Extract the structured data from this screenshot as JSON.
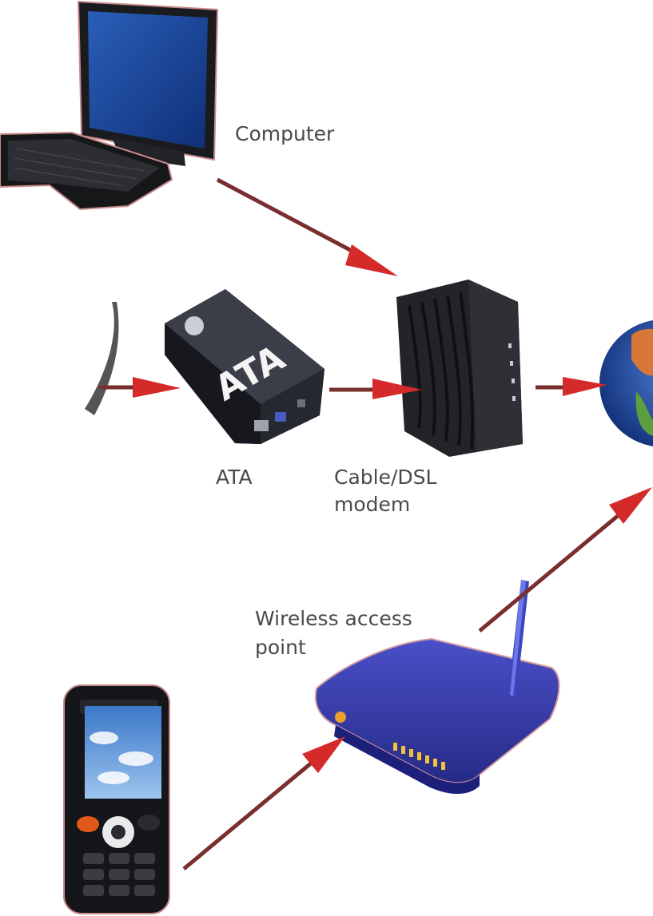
{
  "labels": {
    "computer": "Computer",
    "ata": "ATA",
    "modem_line1": "Cable/DSL",
    "modem_line2": "modem",
    "wap_line1": "Wireless access",
    "wap_line2": "point"
  },
  "devices": {
    "ata_box_text": "ATA"
  },
  "icons": [
    "monitor-icon",
    "keyboard-icon",
    "phone-handset-icon",
    "ata-icon",
    "modem-icon",
    "globe-icon",
    "router-icon",
    "mobile-phone-icon"
  ],
  "colors": {
    "arrow": "#d42a2a",
    "arrow_shadow": "#6b3030",
    "router": "#3b3fae",
    "ata_body": "#2a2d35",
    "modem_body": "#24262b",
    "label_text": "#4a4a4a"
  }
}
